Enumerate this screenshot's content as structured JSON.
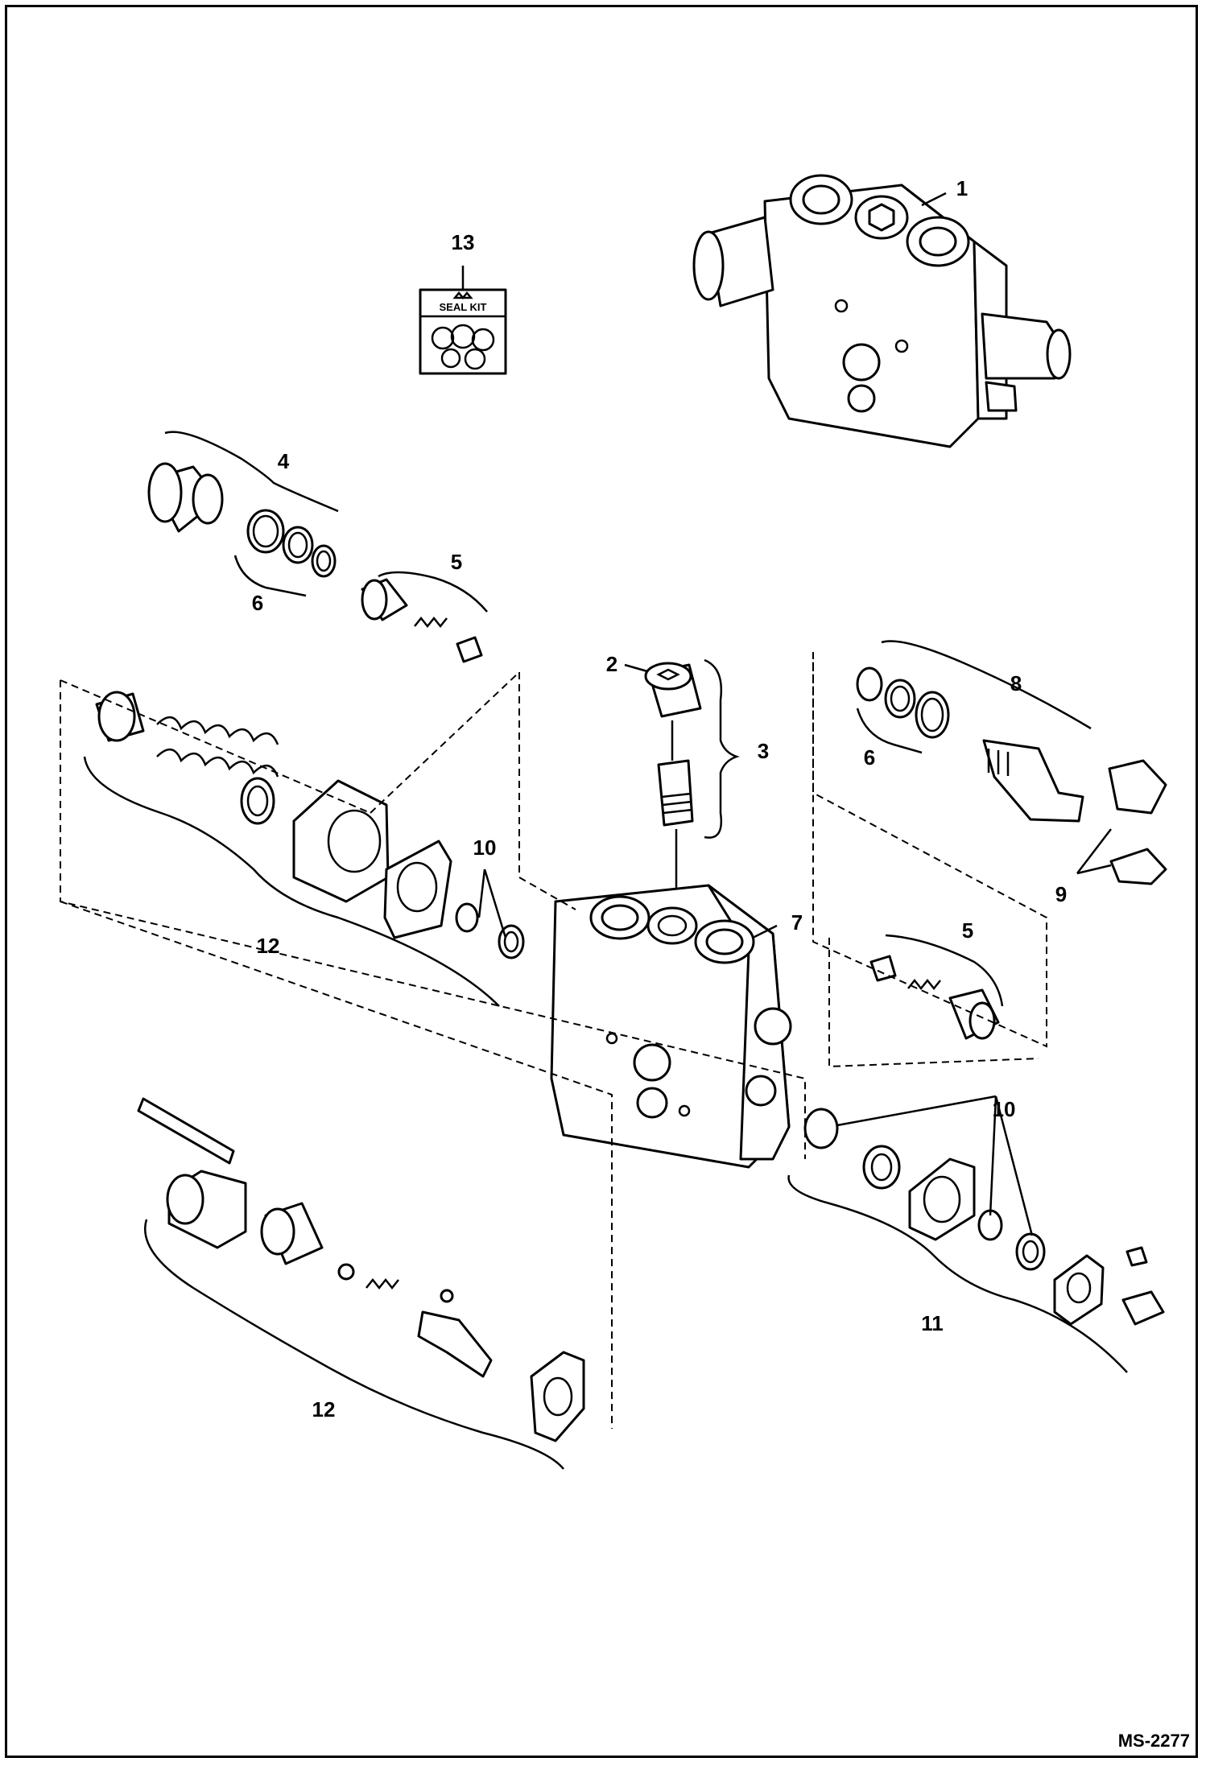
{
  "figure_id": "MS-2277",
  "seal_kit_label": "SEAL KIT",
  "callouts": {
    "c1": "1",
    "c2": "2",
    "c3": "3",
    "c4": "4",
    "c5a": "5",
    "c5b": "5",
    "c6a": "6",
    "c6b": "6",
    "c7": "7",
    "c8": "8",
    "c9": "9",
    "c10a": "10",
    "c10b": "10",
    "c11": "11",
    "c12a": "12",
    "c12b": "12",
    "c13": "13"
  }
}
